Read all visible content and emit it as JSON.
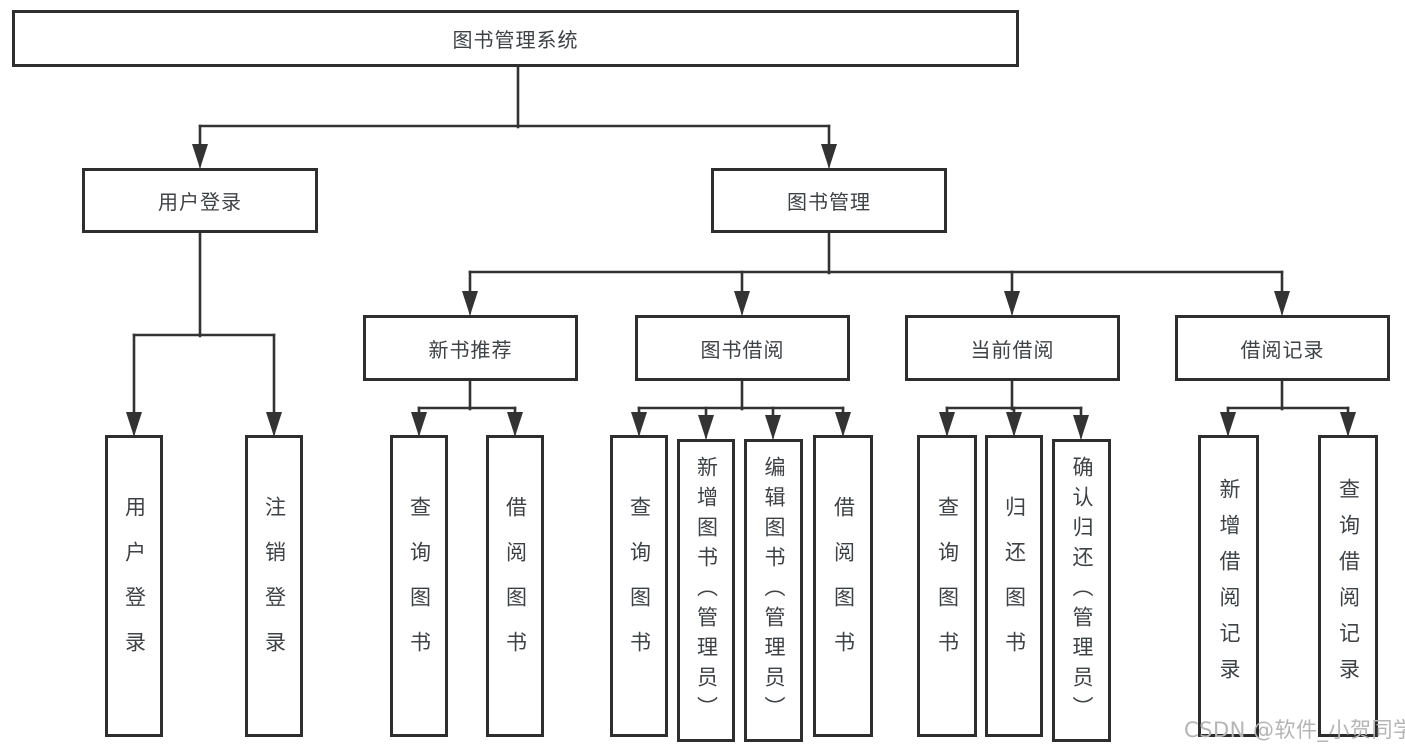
{
  "diagram": {
    "type": "tree-diagram",
    "title": "图书管理系统",
    "watermark": "CSDN @软件_小贺同学",
    "colors": {
      "background": "#ffffff",
      "line": "#333333",
      "box_border": "#2e2e2e",
      "text": "#3f4245",
      "watermark": "#b5b5b5"
    },
    "nodes": {
      "root": {
        "label": "图书管理系统"
      },
      "userLogin": {
        "label": "用户登录"
      },
      "bookMgmt": {
        "label": "图书管理"
      },
      "userLoginLeaf": {
        "label": "用户登录"
      },
      "logoutLeaf": {
        "label": "注销登录"
      },
      "newBookRec": {
        "label": "新书推荐"
      },
      "bookBorrow": {
        "label": "图书借阅"
      },
      "currentBorrow": {
        "label": "当前借阅"
      },
      "borrowRecords": {
        "label": "借阅记录"
      },
      "queryBooks1": {
        "label": "查询图书"
      },
      "borrowBooks1": {
        "label": "借阅图书"
      },
      "queryBooks2": {
        "label": "查询图书"
      },
      "addBooksAdmin": {
        "label": "新增图书（管理员）"
      },
      "editBooksAdmin": {
        "label": "编辑图书（管理员）"
      },
      "borrowBooks2": {
        "label": "借阅图书"
      },
      "queryBooks3": {
        "label": "查询图书"
      },
      "returnBooks": {
        "label": "归还图书"
      },
      "confirmReturnAdmin": {
        "label": "确认归还（管理员）"
      },
      "addBorrowRecord": {
        "label": "新增借阅记录"
      },
      "queryBorrowRecord": {
        "label": "查询借阅记录"
      }
    },
    "edges": [
      [
        "root",
        "userLogin"
      ],
      [
        "root",
        "bookMgmt"
      ],
      [
        "userLogin",
        "userLoginLeaf"
      ],
      [
        "userLogin",
        "logoutLeaf"
      ],
      [
        "bookMgmt",
        "newBookRec"
      ],
      [
        "bookMgmt",
        "bookBorrow"
      ],
      [
        "bookMgmt",
        "currentBorrow"
      ],
      [
        "bookMgmt",
        "borrowRecords"
      ],
      [
        "newBookRec",
        "queryBooks1"
      ],
      [
        "newBookRec",
        "borrowBooks1"
      ],
      [
        "bookBorrow",
        "queryBooks2"
      ],
      [
        "bookBorrow",
        "addBooksAdmin"
      ],
      [
        "bookBorrow",
        "editBooksAdmin"
      ],
      [
        "bookBorrow",
        "borrowBooks2"
      ],
      [
        "currentBorrow",
        "queryBooks3"
      ],
      [
        "currentBorrow",
        "returnBooks"
      ],
      [
        "currentBorrow",
        "confirmReturnAdmin"
      ],
      [
        "borrowRecords",
        "addBorrowRecord"
      ],
      [
        "borrowRecords",
        "queryBorrowRecord"
      ]
    ]
  }
}
